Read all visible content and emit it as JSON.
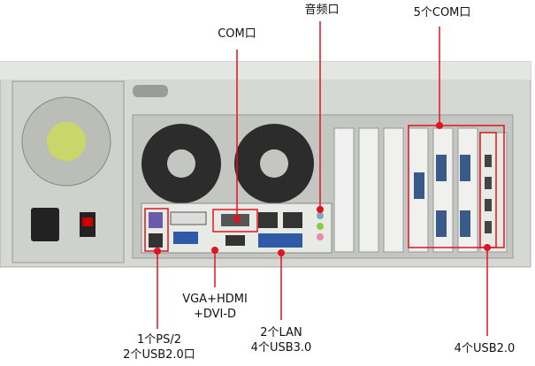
{
  "annotations": {
    "audio": "音频口",
    "com_single": "COM口",
    "com_five": "5个COM口",
    "vga_line1": "VGA+HDMI",
    "vga_line2": "+DVI-D",
    "ps2_line1": "1个PS/2",
    "ps2_line2": "2个USB2.0口",
    "lan_line1": "2个LAN",
    "lan_line2": "4个USB3.0",
    "usb_right": "4个USB2.0"
  },
  "colors": {
    "annotation": "#e0141e",
    "chassis": "#d9dcd6",
    "panel": "#c9ccc6"
  }
}
